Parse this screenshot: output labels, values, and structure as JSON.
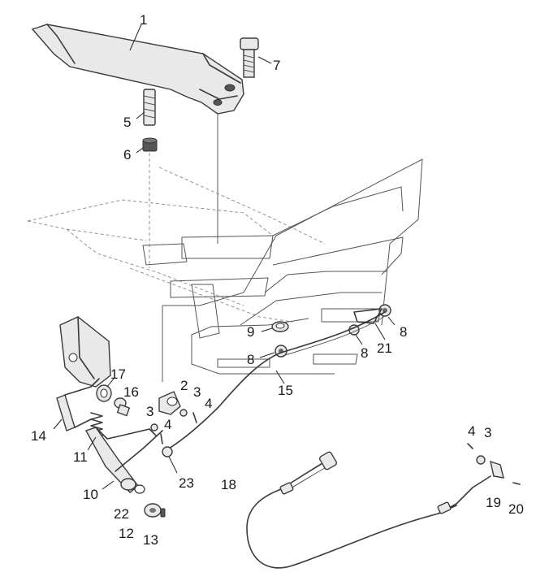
{
  "callouts": [
    {
      "id": "c1",
      "label": "1"
    },
    {
      "id": "c7",
      "label": "7"
    },
    {
      "id": "c5",
      "label": "5"
    },
    {
      "id": "c6",
      "label": "6"
    },
    {
      "id": "c9",
      "label": "9"
    },
    {
      "id": "c8a",
      "label": "8"
    },
    {
      "id": "c8b",
      "label": "8"
    },
    {
      "id": "c8c",
      "label": "8"
    },
    {
      "id": "c21",
      "label": "21"
    },
    {
      "id": "c15",
      "label": "15"
    },
    {
      "id": "c17",
      "label": "17"
    },
    {
      "id": "c16",
      "label": "16"
    },
    {
      "id": "c2",
      "label": "2"
    },
    {
      "id": "c3a",
      "label": "3"
    },
    {
      "id": "c4a",
      "label": "4"
    },
    {
      "id": "c3b",
      "label": "3"
    },
    {
      "id": "c4b",
      "label": "4"
    },
    {
      "id": "c14",
      "label": "14"
    },
    {
      "id": "c11",
      "label": "11"
    },
    {
      "id": "c10",
      "label": "10"
    },
    {
      "id": "c23",
      "label": "23"
    },
    {
      "id": "c22",
      "label": "22"
    },
    {
      "id": "c12",
      "label": "12"
    },
    {
      "id": "c13",
      "label": "13"
    },
    {
      "id": "c18",
      "label": "18"
    },
    {
      "id": "c4c",
      "label": "4"
    },
    {
      "id": "c3c",
      "label": "3"
    },
    {
      "id": "c19",
      "label": "19"
    },
    {
      "id": "c20",
      "label": "20"
    }
  ]
}
